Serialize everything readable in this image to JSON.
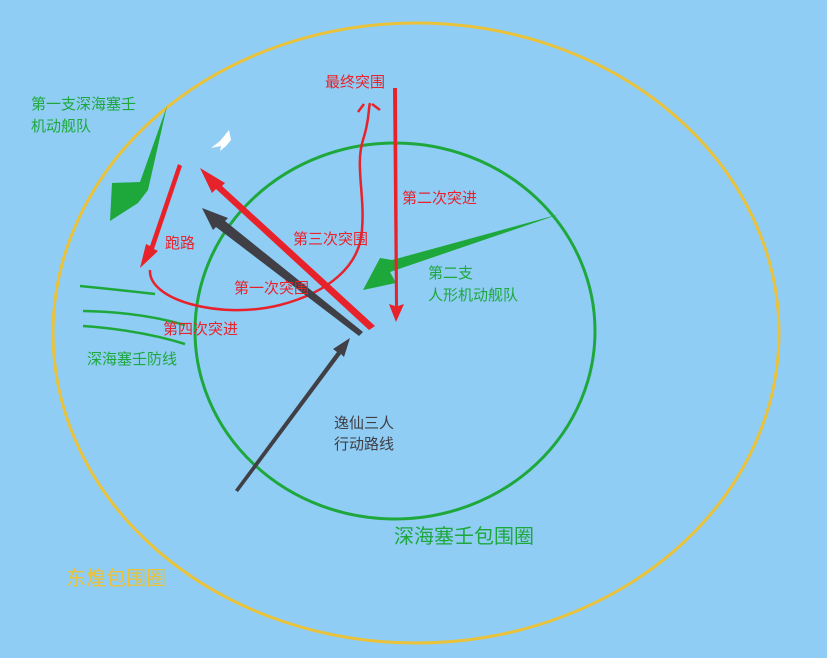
{
  "colors": {
    "background": "#8fcdf5",
    "outer_circle": "#e9c23a",
    "inner_circle": "#1ea83c",
    "breakthrough": "#e8222a",
    "fleet": "#1ea83c",
    "route": "#3f3f45"
  },
  "labels": {
    "final_breakthrough": "最终突围",
    "first_fleet_line1": "第一支深海塞壬",
    "first_fleet_line2": "机动舰队",
    "second_advance": "第二次突进",
    "third_breakthrough": "第三次突围",
    "escape": "跑路",
    "first_breakthrough": "第一次突围",
    "second_fleet_line1": "第二支",
    "second_fleet_line2": "人形机动舰队",
    "fourth_advance": "第四次突进",
    "defense_line": "深海塞壬防线",
    "route_line1": "逸仙三人",
    "route_line2": "行动路线",
    "siren_encirclement": "深海塞壬包围圈",
    "dunhuang_encirclement": "东煌包围圈"
  },
  "icons": {
    "plane": "plane-icon"
  }
}
